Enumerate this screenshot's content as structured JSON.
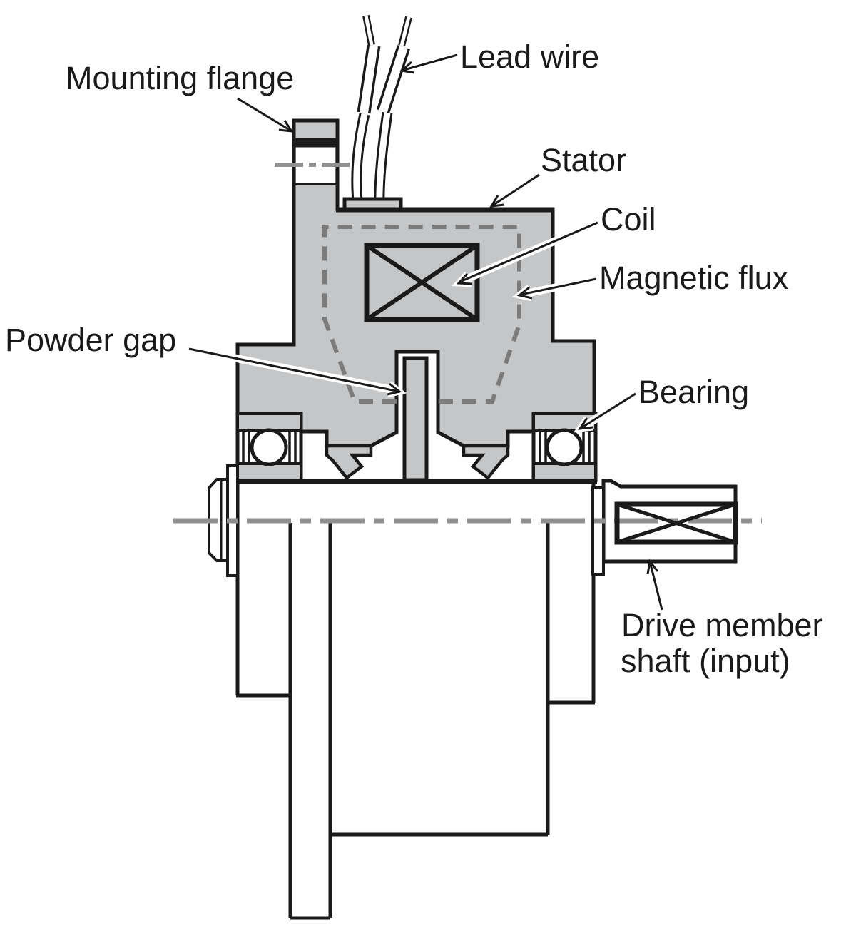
{
  "diagram": {
    "title_hint": "Magnetic powder clutch cross-section",
    "labels": {
      "mounting_flange": "Mounting flange",
      "lead_wire": "Lead wire",
      "stator": "Stator",
      "coil": "Coil",
      "magnetic_flux": "Magnetic flux",
      "powder_gap": "Powder gap",
      "bearing": "Bearing",
      "drive_member_line1": "Drive member",
      "drive_member_line2": "shaft (input)"
    },
    "colors": {
      "ink": "#1a1a1a",
      "part": "#c5c6c8",
      "centerline": "#919191",
      "flux": "#7b7b7b",
      "bg": "#ffffff"
    }
  }
}
